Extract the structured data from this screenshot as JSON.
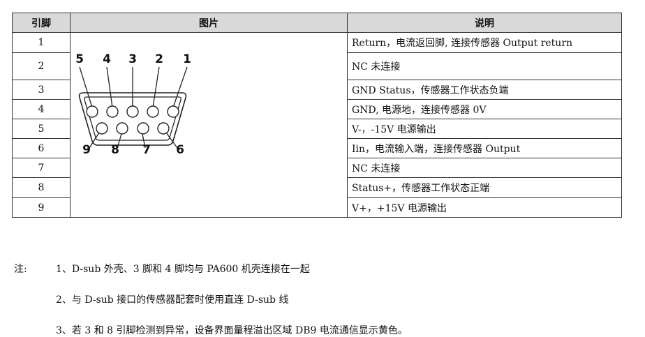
{
  "table": {
    "headers": [
      "引脚",
      "图片",
      "说明"
    ],
    "rows": [
      {
        "pin": "1",
        "desc": "Return，电流返回脚, 连接传感器 Output return"
      },
      {
        "pin": "2",
        "desc": "NC 未连接"
      },
      {
        "pin": "3",
        "desc": "GND Status，传感器工作状态负端"
      },
      {
        "pin": "4",
        "desc": "GND, 电源地，连接传感器 0V"
      },
      {
        "pin": "5",
        "desc": "V-，-15V 电源输出"
      },
      {
        "pin": "6",
        "desc": "Iin，电流输入端，连接传感器 Output"
      },
      {
        "pin": "7",
        "desc": "NC 未连接"
      },
      {
        "pin": "8",
        "desc": "Status+，传感器工作状态正端"
      },
      {
        "pin": "9",
        "desc": "V+，+15V 电源输出"
      }
    ]
  },
  "connector": {
    "top_labels": [
      "5",
      "4",
      "3",
      "2",
      "1"
    ],
    "bottom_labels": [
      "9",
      "8",
      "7",
      "6"
    ]
  },
  "notes": {
    "prefix": "注:",
    "items": [
      "1、D-sub 外壳、3 脚和 4 脚均与 PA600 机壳连接在一起",
      "2、与 D-sub 接口的传感器配套时使用直连  D-sub 线",
      "3、若 3 和 8 引脚检测到异常，设备界面量程溢出区域 DB9 电流通信显示黄色。"
    ]
  }
}
